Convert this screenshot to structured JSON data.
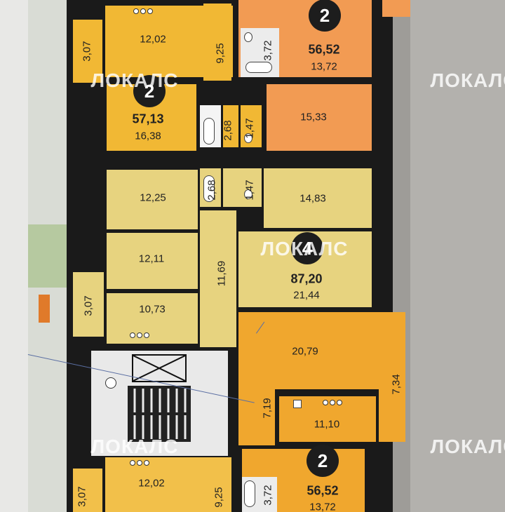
{
  "watermark": "ЛОКАЛС",
  "apartments": [
    {
      "id": "top-left",
      "rooms_badge": "2",
      "total_area": "57,13",
      "living_area": "16,38"
    },
    {
      "id": "top-right",
      "rooms_badge": "2",
      "total_area": "56,52",
      "living_area": "13,72"
    },
    {
      "id": "center",
      "rooms_badge": "4",
      "total_area": "87,20",
      "living_area": "21,44"
    },
    {
      "id": "bottom-right",
      "rooms_badge": "2",
      "total_area": "56,52",
      "living_area": "13,72"
    }
  ],
  "rooms": {
    "r1": "12,02",
    "r2": "3,07",
    "r3": "9,25",
    "r4": "3,72",
    "r5": "2,68",
    "r6": "1,47",
    "r7": "15,33",
    "r8": "12,25",
    "r9": "2,68",
    "r10": "1,47",
    "r11": "14,83",
    "r12": "12,11",
    "r13": "11,69",
    "r14": "3,07",
    "r15": "10,73",
    "r16": "20,79",
    "r17": "7,19",
    "r18": "7,34",
    "r19": "11,10",
    "r20": "12,02",
    "r21": "3,07",
    "r22": "9,25",
    "r23": "3,72"
  }
}
